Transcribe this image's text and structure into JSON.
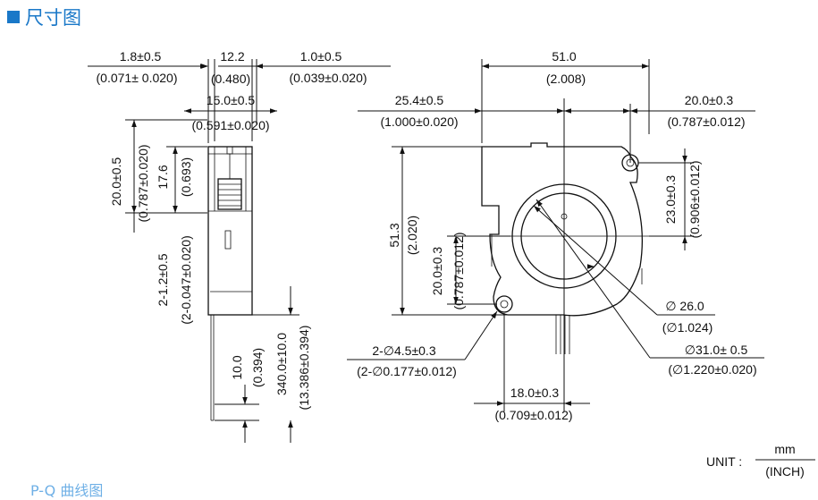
{
  "header": {
    "title": "尺寸图",
    "next_section": "P-Q 曲线图"
  },
  "side_view": {
    "dim_lead_offset": {
      "mm": "1.8±0.5",
      "inch": "(0.071± 0.020)"
    },
    "dim_body_width": {
      "mm": "12.2",
      "inch": "(0.480)"
    },
    "dim_right_offset": {
      "mm": "1.0±0.5",
      "inch": "(0.039±0.020)"
    },
    "dim_depth": {
      "mm": "15.0±0.5",
      "inch": "(0.591±0.020)"
    },
    "dim_height_outer": {
      "mm": "20.0±0.5",
      "inch": "(0.787±0.020)"
    },
    "dim_height_inner": {
      "mm": "17.6",
      "inch": "(0.693)"
    },
    "dim_wire_gauge": {
      "mm": "2-1.2±0.5",
      "inch": "(2-0.047±0.020)"
    },
    "dim_strip": {
      "mm": "10.0",
      "inch": "(0.394)"
    },
    "dim_lead_length": {
      "mm": "340.0±10.0",
      "inch": "(13.386±0.394)"
    }
  },
  "front_view": {
    "dim_total_width": {
      "mm": "51.0",
      "inch": "(2.008)"
    },
    "dim_left_to_center": {
      "mm": "25.4±0.5",
      "inch": "(1.000±0.020)"
    },
    "dim_center_to_hole": {
      "mm": "20.0±0.3",
      "inch": "(0.787±0.012)"
    },
    "dim_total_height": {
      "mm": "51.3",
      "inch": "(2.020)"
    },
    "dim_hole_to_center_v": {
      "mm": "20.0±0.3",
      "inch": "(0.787±0.012)"
    },
    "dim_center_to_top_hole": {
      "mm": "23.0±0.3",
      "inch": "(0.906±0.012)"
    },
    "dim_hub_dia": {
      "mm": "∅ 26.0",
      "inch": "(∅1.024)"
    },
    "dim_impeller_dia": {
      "mm": "∅31.0± 0.5",
      "inch": "(∅1.220±0.020)"
    },
    "dim_mount_holes": {
      "mm": "2-∅4.5±0.3",
      "inch": "(2-∅0.177±0.012)"
    },
    "dim_hole_spacing": {
      "mm": "18.0±0.3",
      "inch": "(0.709±0.012)"
    }
  },
  "unit": {
    "label": "UNIT :",
    "top": "mm",
    "bottom": "(INCH)"
  }
}
